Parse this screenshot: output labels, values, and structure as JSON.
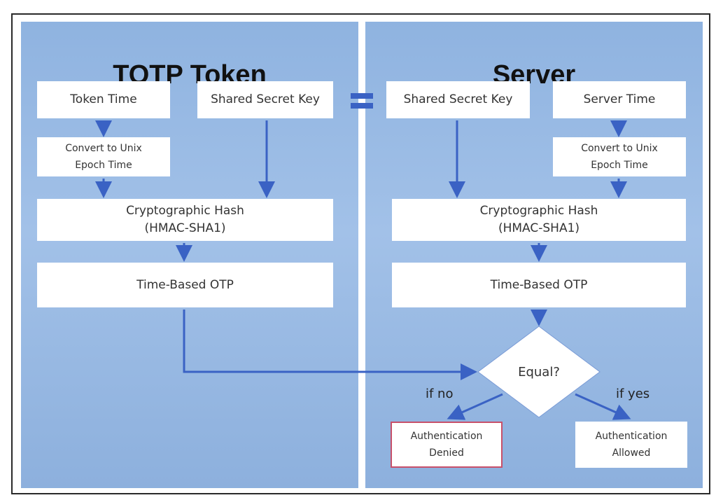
{
  "left_panel": {
    "title": "TOTP Token",
    "token_time": "Token Time",
    "shared_secret": "Shared Secret Key",
    "convert": "Convert to Unix\nEpoch Time",
    "hash": "Cryptographic Hash\n(HMAC-SHA1)",
    "otp": "Time-Based OTP"
  },
  "right_panel": {
    "title": "Server",
    "shared_secret": "Shared Secret Key",
    "server_time": "Server Time",
    "convert": "Convert to Unix\nEpoch Time",
    "hash": "Cryptographic Hash\n(HMAC-SHA1)",
    "otp": "Time-Based OTP"
  },
  "decision": {
    "label": "Equal?",
    "no_label": "if no",
    "yes_label": "if yes"
  },
  "outcomes": {
    "denied": "Authentication\nDenied",
    "allowed": "Authentication\nAllowed"
  },
  "colors": {
    "panel": "#9dbde6",
    "arrow": "#3a62c4",
    "denied_border": "#c8506a"
  }
}
